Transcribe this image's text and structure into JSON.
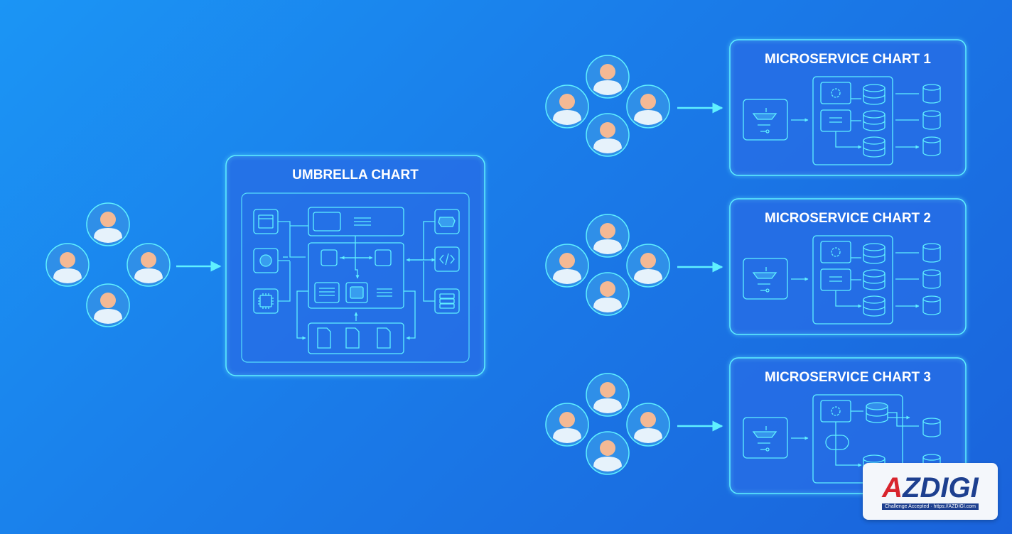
{
  "umbrella": {
    "title": "UMBRELLA CHART"
  },
  "microservices": [
    {
      "title": "MICROSERVICE CHART 1"
    },
    {
      "title": "MICROSERVICE CHART 2"
    },
    {
      "title": "MICROSERVICE CHART 3"
    }
  ],
  "logo": {
    "brand_a": "A",
    "brand_rest": "ZDIGI",
    "tagline": "Challenge Accepted · https://AZDIGI.com"
  },
  "colors": {
    "accent": "#5ff0ff",
    "avatar_skin": "#f4b994",
    "avatar_body": "#e6f2fb",
    "logo_red": "#d8242d",
    "logo_blue": "#1d3f8f"
  }
}
